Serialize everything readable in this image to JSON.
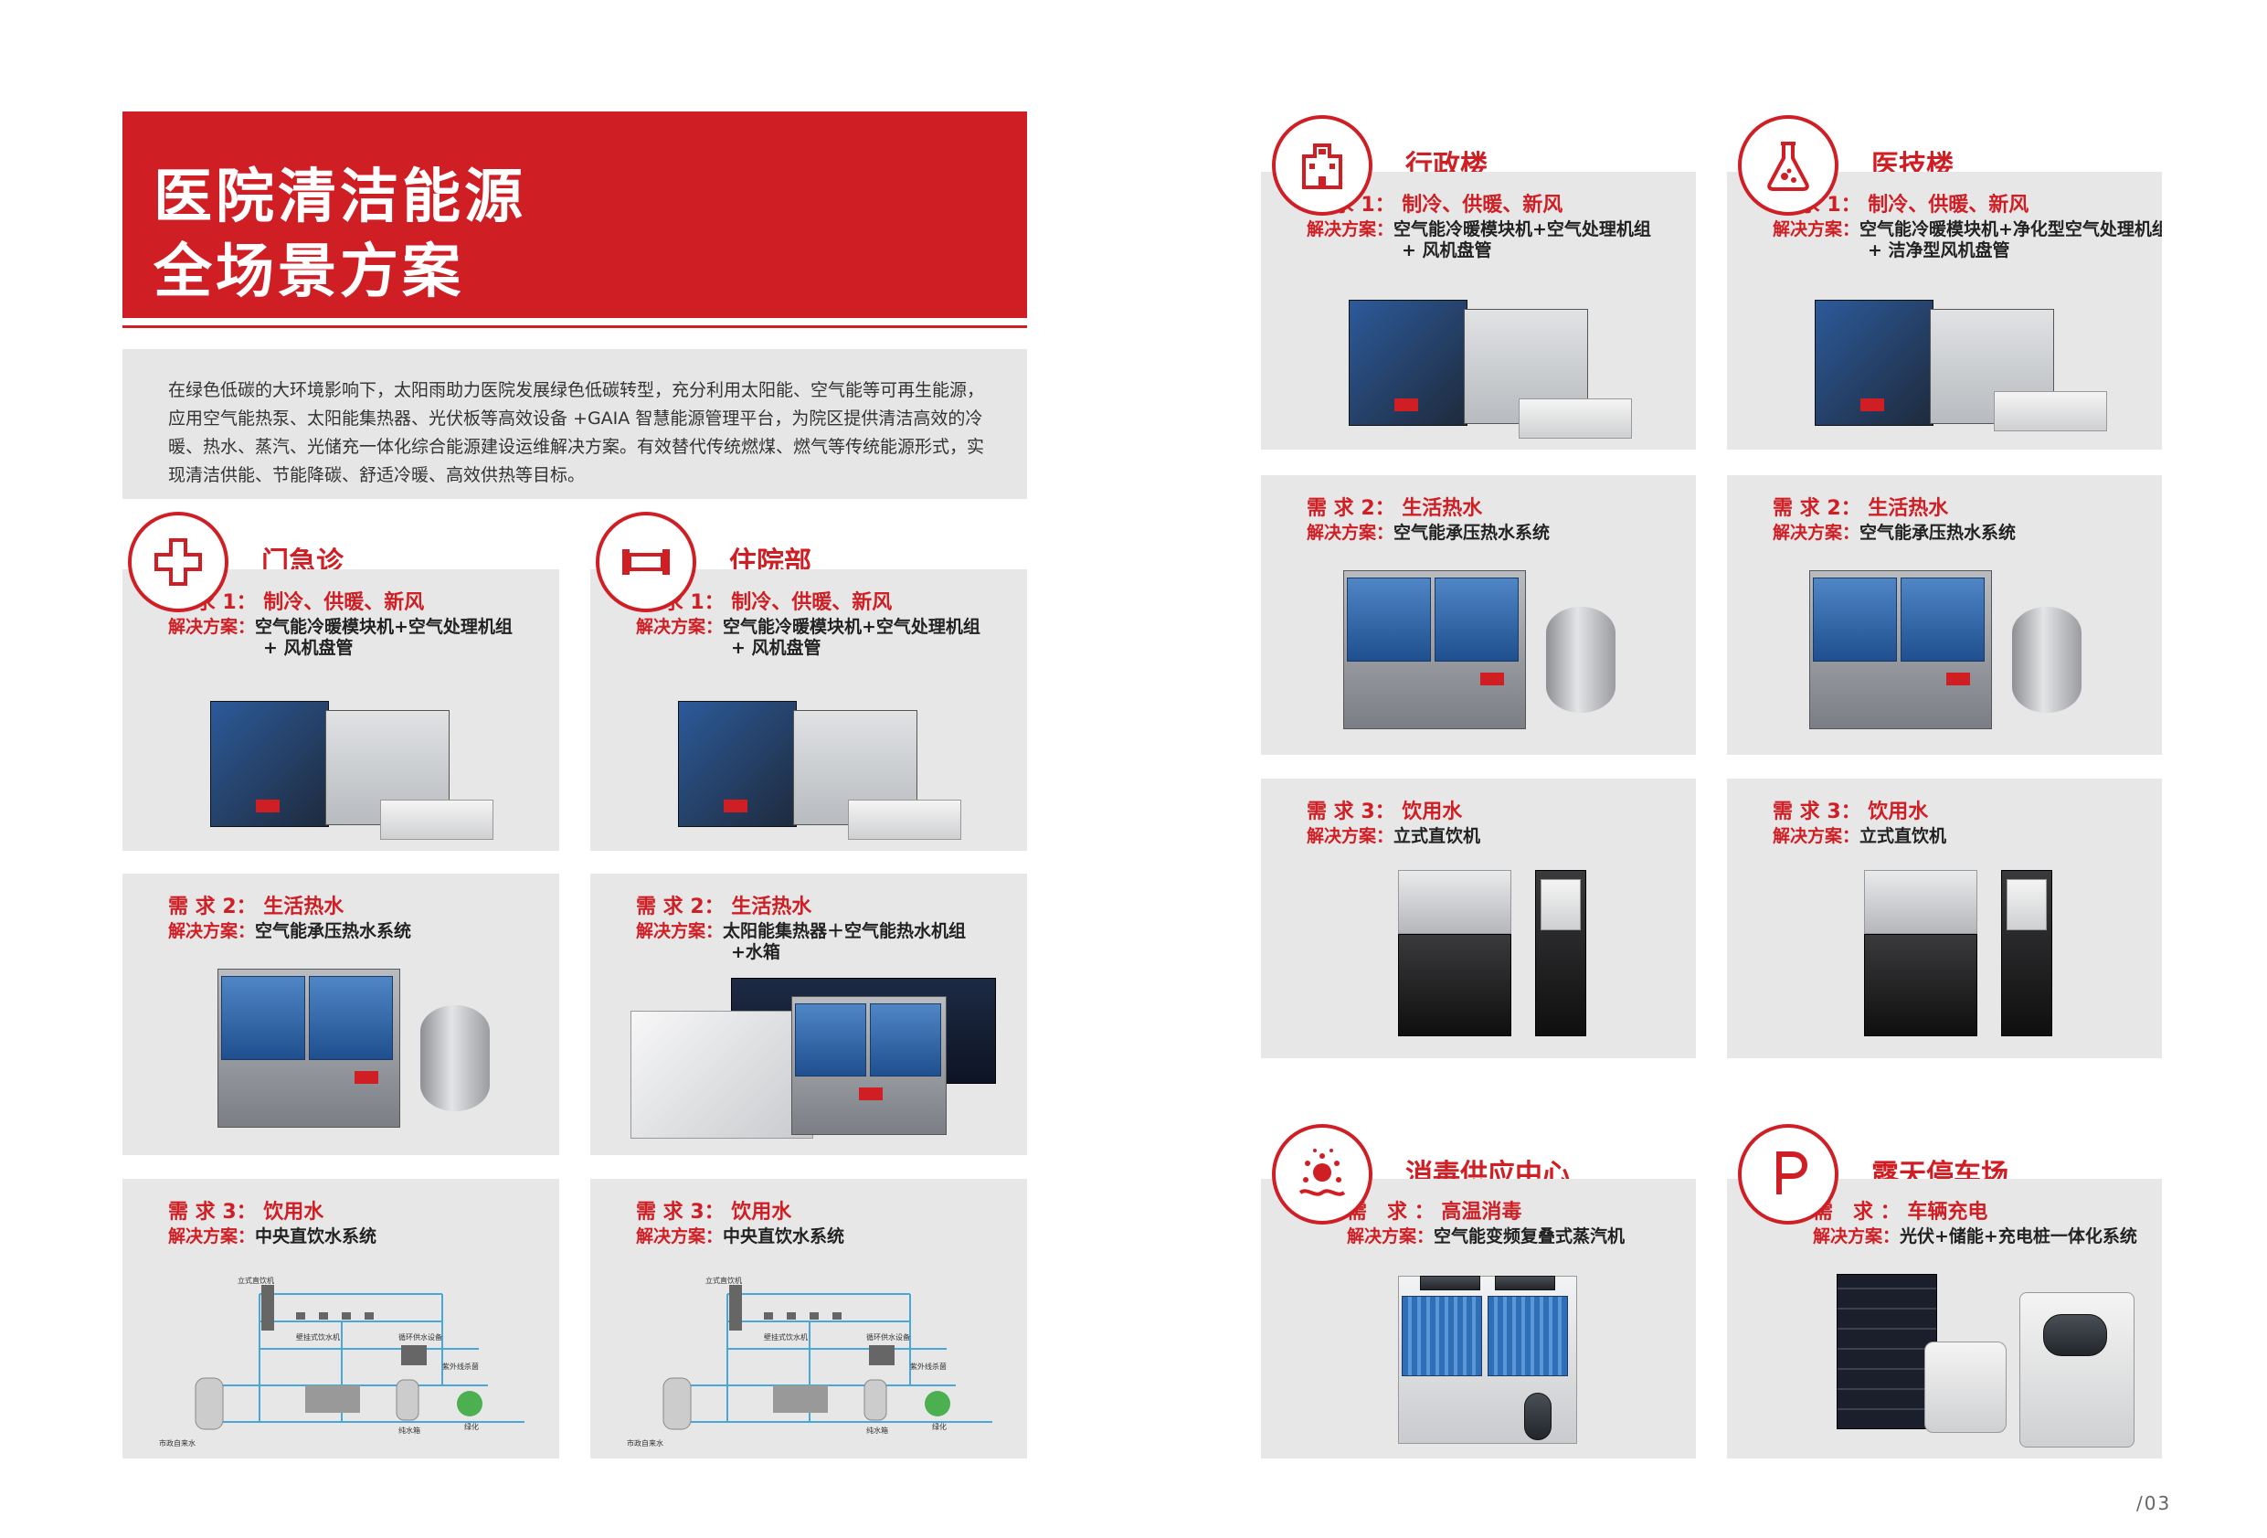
{
  "title": {
    "line1": "医院清洁能源",
    "line2": "全场景方案"
  },
  "intro": "在绿色低碳的大环境影响下，太阳雨助力医院发展绿色低碳转型，充分利用太阳能、空气能等可再生能源，应用空气能热泵、太阳能集热器、光伏板等高效设备 +GAIA 智慧能源管理平台，为院区提供清洁高效的冷暖、热水、蒸汽、光储充一体化综合能源建设运维解决方案。有效替代传统燃煤、燃气等传统能源形式，实现清洁供能、节能降碳、舒适冷暖、高效供热等目标。",
  "sections": {
    "outpatient": {
      "title": "门急诊",
      "icon": "medical-cross-icon"
    },
    "inpatient": {
      "title": "住院部",
      "icon": "pipe-icon"
    },
    "admin": {
      "title": "行政楼",
      "icon": "building-icon"
    },
    "medtech": {
      "title": "医技楼",
      "icon": "flask-icon"
    },
    "sterile": {
      "title": "消毒供应中心",
      "icon": "virus-icon"
    },
    "parking": {
      "title": "露天停车场",
      "icon": "parking-icon"
    }
  },
  "cards": {
    "op1": {
      "req": "需 求 1： 制冷、供暖、新风",
      "label": "解决方案：",
      "sol1": "空气能冷暖模块机+空气处理机组",
      "sol2": "+ 风机盘管"
    },
    "op2": {
      "req": "需 求 2： 生活热水",
      "label": "解决方案：",
      "sol1": "空气能承压热水系统"
    },
    "op3": {
      "req": "需 求 3： 饮用水",
      "label": "解决方案：",
      "sol1": "中央直饮水系统"
    },
    "ip1": {
      "req": "需 求 1： 制冷、供暖、新风",
      "label": "解决方案：",
      "sol1": "空气能冷暖模块机+空气处理机组",
      "sol2": "+ 风机盘管"
    },
    "ip2": {
      "req": "需 求 2： 生活热水",
      "label": "解决方案：",
      "sol1": "太阳能集热器＋空气能热水机组",
      "sol2": "+水箱"
    },
    "ip3": {
      "req": "需 求 3： 饮用水",
      "label": "解决方案：",
      "sol1": "中央直饮水系统"
    },
    "ad1": {
      "req": "需 求 1： 制冷、供暖、新风",
      "label": "解决方案：",
      "sol1": "空气能冷暖模块机+空气处理机组",
      "sol2": "+ 风机盘管"
    },
    "ad2": {
      "req": "需 求 2： 生活热水",
      "label": "解决方案：",
      "sol1": "空气能承压热水系统"
    },
    "ad3": {
      "req": "需 求 3： 饮用水",
      "label": "解决方案：",
      "sol1": "立式直饮机"
    },
    "mt1": {
      "req": "需 求 1： 制冷、供暖、新风",
      "label": "解决方案：",
      "sol1": "空气能冷暖模块机+净化型空气处理机组",
      "sol2": "+ 洁净型风机盘管"
    },
    "mt2": {
      "req": "需 求 2： 生活热水",
      "label": "解决方案：",
      "sol1": "空气能承压热水系统"
    },
    "mt3": {
      "req": "需 求 3： 饮用水",
      "label": "解决方案：",
      "sol1": "立式直饮机"
    },
    "st1": {
      "req": "需　求 ： 高温消毒",
      "label": "解决方案：",
      "sol1": "空气能变频复叠式蒸汽机"
    },
    "pk1": {
      "req": "需　求 ： 车辆充电",
      "label": "解决方案：",
      "sol1": "光伏+储能+充电桩一体化系统"
    }
  },
  "diagram": {
    "labels": [
      "立式直饮机",
      "壁挂式饮水机",
      "循环供水设备",
      "紫外线杀菌",
      "纯水箱",
      "绿化",
      "市政自来水"
    ]
  },
  "page_number": "/03"
}
